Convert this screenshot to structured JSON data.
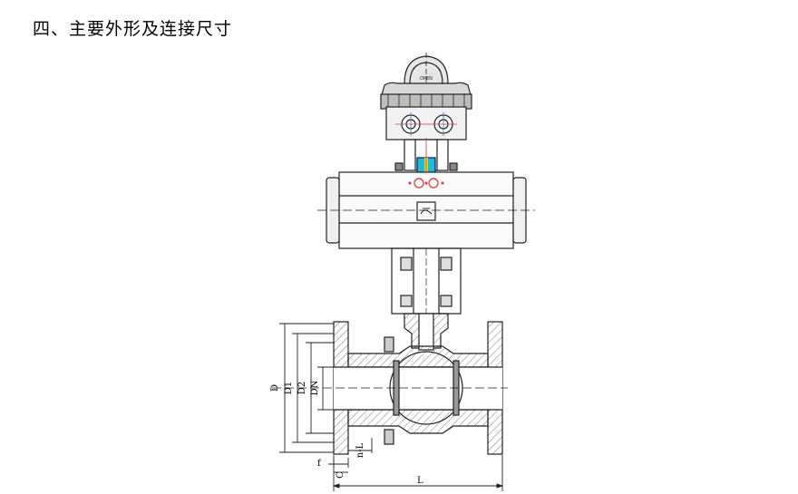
{
  "heading": "四、主要外形及连接尺寸",
  "drawing": {
    "actuator_label": "OPEN",
    "dimensions": {
      "D": "D",
      "D1": "D1",
      "D2": "D2",
      "DN": "DN",
      "nL": "n-L",
      "f": "f",
      "C": "C",
      "L": "L"
    }
  }
}
